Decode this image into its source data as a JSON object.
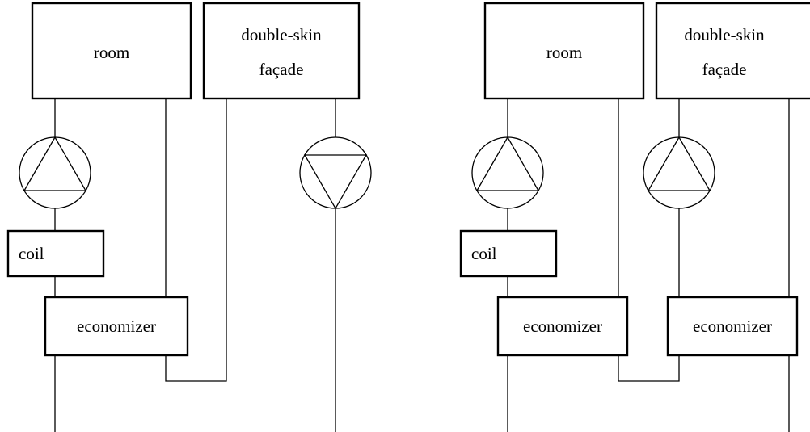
{
  "left_diagram": {
    "room_label": "room",
    "facade_label_line1": "double-skin",
    "facade_label_line2": "façade",
    "coil_label": "coil",
    "economizer_label": "economizer"
  },
  "right_diagram": {
    "room_label": "room",
    "facade_label_line1": "double-skin",
    "facade_label_line2": "façade",
    "coil_label": "coil",
    "economizer_left_label": "economizer",
    "economizer_right_label": "economizer"
  },
  "icons": {
    "fan_up": "fan-triangle-up-icon",
    "fan_down": "fan-triangle-down-icon"
  },
  "colors": {
    "stroke": "#000000",
    "background": "#ffffff"
  }
}
